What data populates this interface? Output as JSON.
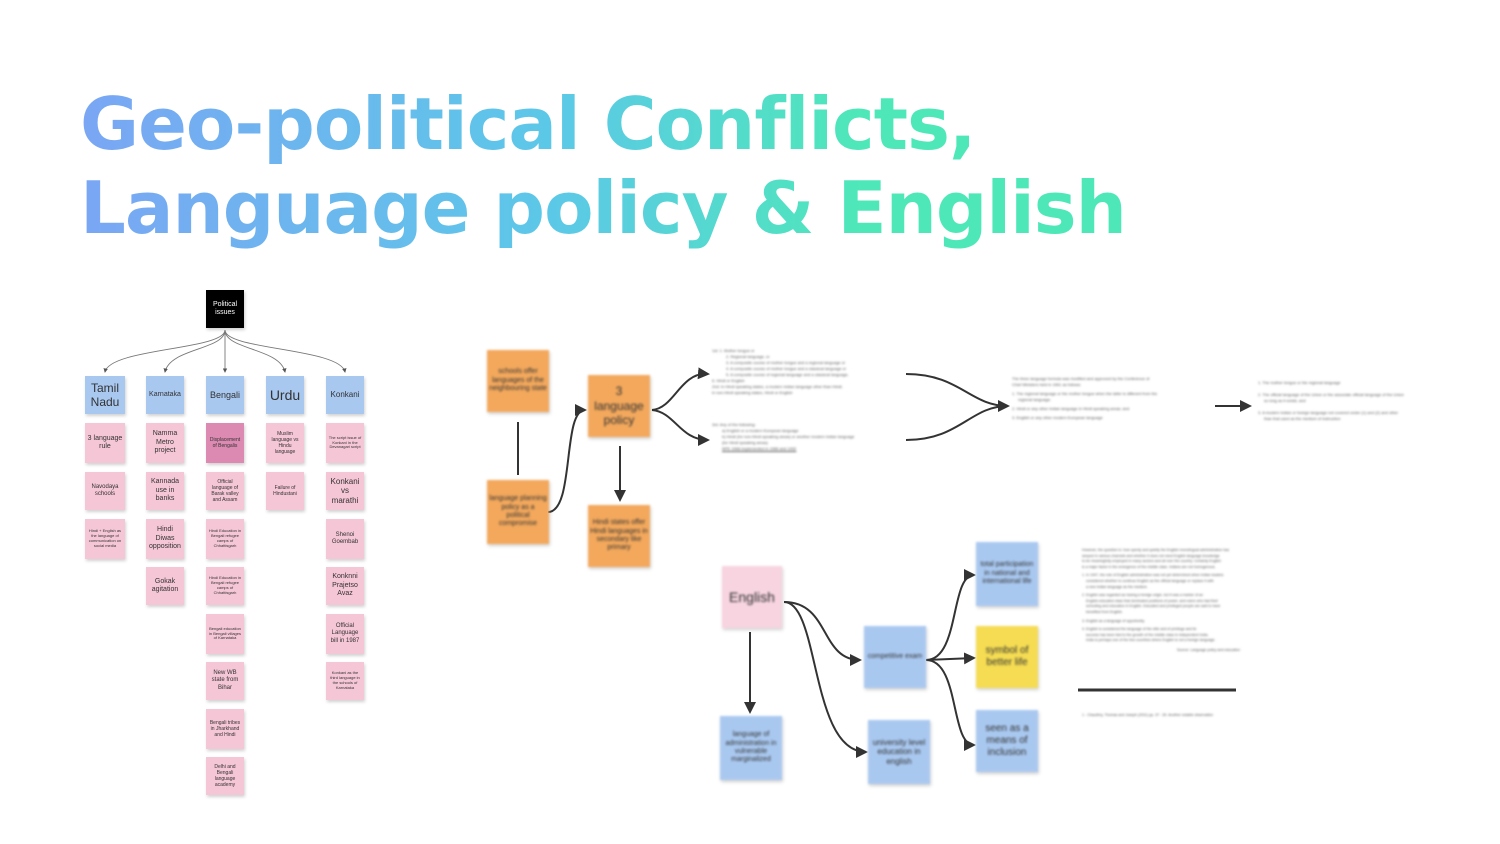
{
  "title": {
    "line1": "Geo-political Conflicts,",
    "line2": "Language policy & English"
  },
  "colors": {
    "title_gradient_start": "#7aa6f4",
    "title_gradient_end": "#4ee8b8",
    "note_blue": "#a9c8f0",
    "note_pink": "#f5c6d6",
    "note_orange": "#f3a85c",
    "note_yellow": "#f5dc52"
  },
  "political": {
    "root": "Political issues",
    "tamil": {
      "header": "Tamil Nadu",
      "items": [
        "3 language rule",
        "Navodaya schools",
        "Hindi + English as the language of communication on social media"
      ]
    },
    "karnataka": {
      "header": "Karnataka",
      "items": [
        "Namma Metro project",
        "Kannada use in banks",
        "Hindi Diwas opposition",
        "Gokak agitation"
      ]
    },
    "bengali": {
      "header": "Bengali",
      "items": [
        "Displacement of Bengalis",
        "Official language of Barak valley and Assam",
        "Hindi Education in Bengali refugee camps of Chhattisgarh",
        "Hindi Education in Bengali refugee camps of Chhattisgarh",
        "Bengali education in Bengali villages of Karnataka",
        "New WB state from Bihar",
        "Bengali tribes in Jharkhand and Hindi",
        "Delhi and Bengali language academy"
      ]
    },
    "urdu": {
      "header": "Urdu",
      "items": [
        "Muslim language vs Hindu language",
        "Failure of Hindustani"
      ]
    },
    "konkani": {
      "header": "Konkani",
      "items": [
        "The script issue of Konkani in the Devanagari script",
        "Konkani vs marathi",
        "Shenoi Goembab",
        "Konknni Prajetso Avaz",
        "Official Language bill in 1987",
        "Konkani as the third language in the schools of Karnataka"
      ]
    }
  },
  "policy": {
    "schools": "schools offer languages of the neighbouring state",
    "planning": "language planning policy as a political compromise",
    "three_lang": "3 language policy",
    "hindi_states": "Hindi states offer Hindi languages in secondary like primary",
    "detail_top": [
      "1st: 1. Mother tongue or",
      "2. Regional language, or",
      "3. A composite course of mother tongue and a regional language or",
      "4. A composite course of mother tongue and a classical language or",
      "5. A composite course of regional language and a classical language,",
      "6. Hindi or English",
      "2nd: In Hindi speaking states, a modern Indian language other than Hindi;",
      "in non-Hindi speaking states, Hindi or English"
    ],
    "detail_bottom": [
      "3rd: Any of the following:",
      "a) English or a modern European language",
      "b) Hindi (for non-Hindi speaking areas) or another modern Indian language",
      "(for Hindi speaking areas)",
      "NPE 1968 implemented in 1986 and 1992"
    ],
    "detail_merge": [
      "The three language formula was modified and approved by the Conference of",
      "Chief Ministers held in 1961 as follows:",
      "1. The regional language or the mother tongue when the latter is different from the",
      "regional language;",
      "2. Hindi or any other Indian language in Hindi speaking areas; and",
      "3. English or any other modern European language"
    ],
    "detail_final": [
      "1. The mother tongue or the regional language",
      "2. The official language of the Union or the associate official language of the Union",
      "so long as it exists; and",
      "3. A modern Indian or foreign language not covered under (1) and (2) and other",
      "than that used as the medium of instruction"
    ]
  },
  "english": {
    "root": "English",
    "administration": "language of administration in vulnerable marginalized",
    "competitive": "competitive exam",
    "university": "university level education in english",
    "participation": "total participation in national and international life",
    "symbol": "symbol of better life",
    "means": "seen as a means of inclusion",
    "quote": [
      "However, the question is: how openly and quietly the English monolingual administration has",
      "seeped in various channels and whether it does not need English language knowledge",
      "to be meaningfully employed in many sectors and all over the country. Certainly English",
      "is a major factor in the emergence of the middle class. Indians are not homogenous.",
      "1. In 1947, the role of English administration was not yet determined when Indian leaders",
      "considered whether to continue English as the official language or replace it with",
      "a new Indian language as the medium.",
      "2. English was regarded as having a foreign origin, but it was a marker of an",
      "English-educated class that dominated positions of power, and rulers who had their",
      "schooling and education in English. Educated and privileged people are said to have",
      "benefited from English.",
      "3. English as a language of opportunity.",
      "4. English is considered the language of the elite and of privilege and its",
      "success has been tied to the growth of the middle class in independent India.",
      "India is perhaps one of the few countries where English is not a foreign language."
    ],
    "quote_source": "Source: Language policy and education",
    "footnote": "1 - Chaudhry, Thomas and Joseph (2011) pp. 37 - 39. Another notable observation"
  }
}
